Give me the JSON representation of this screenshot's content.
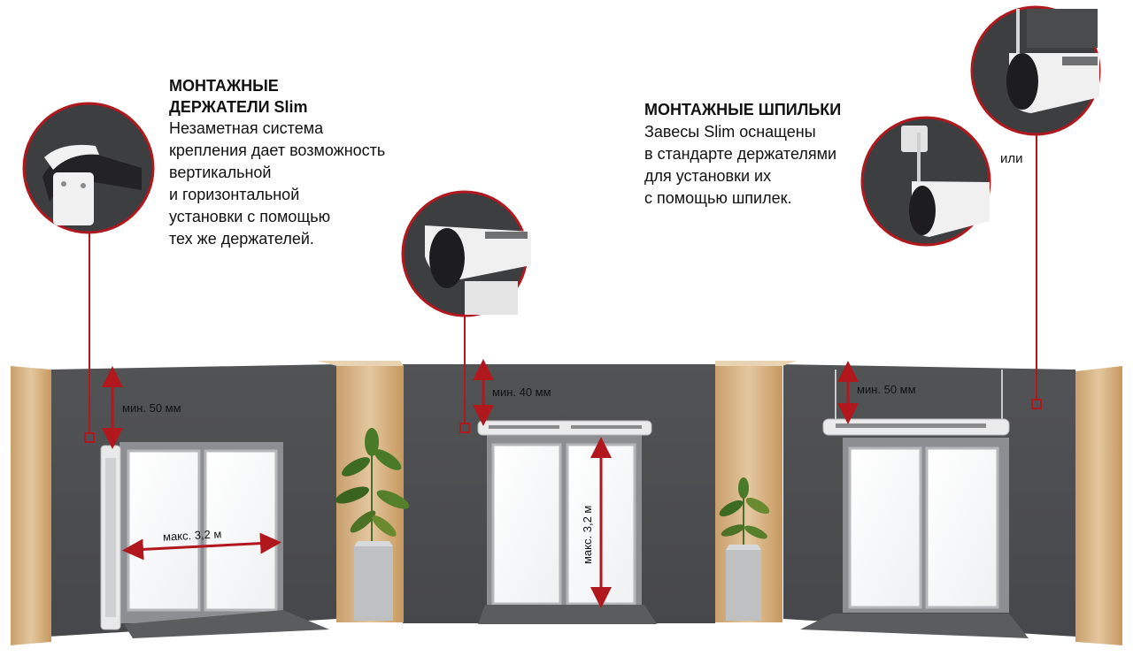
{
  "left_block": {
    "title_line1": "МОНТАЖНЫЕ",
    "title_line2": "ДЕРЖАТЕЛИ Slim",
    "lines": [
      "Незаметная система",
      "крепления дает возможность",
      "вертикальной",
      "и горизонтальной",
      "установки с помощью",
      "тех же держателей."
    ]
  },
  "right_block": {
    "title": "МОНТАЖНЫЕ ШПИЛЬКИ",
    "lines": [
      "Завесы Slim оснащены",
      "в стандарте держателями",
      "для установки их",
      "с помощью шпилек."
    ]
  },
  "or_label": "или",
  "dimensions": {
    "left_min": "мин. 50 мм",
    "left_max": "макс. 3,2 м",
    "middle_min": "мин. 40 мм",
    "middle_max": "макс. 3,2 м",
    "right_min": "мин. 50 мм"
  },
  "colors": {
    "wall": "#4b4c4e",
    "wood": "#d9b88c",
    "accent_red": "#b0181e",
    "frame": "#9c9ea1"
  }
}
